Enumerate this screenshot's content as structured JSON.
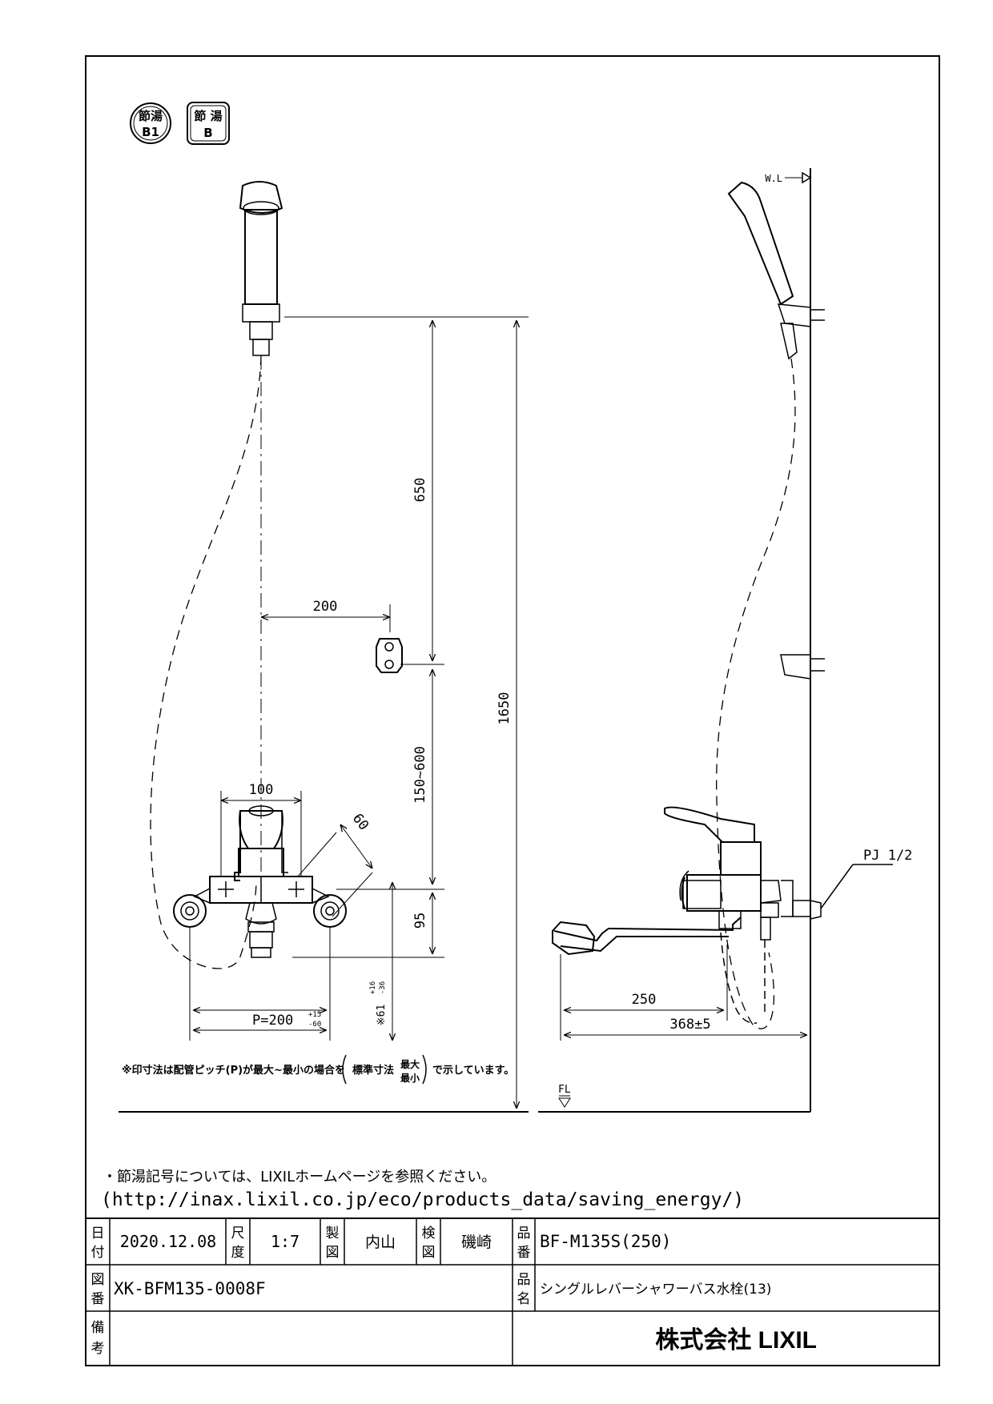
{
  "badges": [
    {
      "line1": "節湯",
      "line2": "B1"
    },
    {
      "line1": "節 湯",
      "line2": "B"
    }
  ],
  "front_view": {
    "dim_650": "650",
    "dim_1650": "1650",
    "dim_200": "200",
    "dim_150_600": "150~600",
    "dim_100": "100",
    "dim_60": "60",
    "dim_95": "95",
    "dim_61": "※61",
    "dim_61_tol_upper": "+16",
    "dim_61_tol_lower": "-36",
    "pitch_main": "P=200",
    "pitch_tol_upper": "+15",
    "pitch_tol_lower": "-60"
  },
  "side_view": {
    "wall_label": "W.L",
    "pipe_label": "PJ 1/2",
    "dim_250": "250",
    "dim_368": "368±5",
    "floor_label": "FL"
  },
  "note": {
    "prefix": "※印寸法は配管ピッチ(P)が最大~最小の場合を",
    "bracket_label": "標準寸法",
    "max_label": "最大",
    "min_label": "最小",
    "suffix": "で示しています。"
  },
  "footnote": {
    "line1": "・節湯記号については、LIXILホームページを参照ください。",
    "line2": "(http://inax.lixil.co.jp/eco/products_data/saving_energy/)"
  },
  "title_block": {
    "date_label": [
      "日",
      "付"
    ],
    "date": "2020.12.08",
    "scale_label": [
      "尺",
      "度"
    ],
    "scale": "1:7",
    "drawn_label": [
      "製",
      "図"
    ],
    "drawn_by": "内山",
    "checked_label": [
      "検",
      "図"
    ],
    "checked_by": "磯崎",
    "product_no_label": [
      "品",
      "番"
    ],
    "product_no": "BF-M135S(250)",
    "drawing_no_label": [
      "図",
      "番"
    ],
    "drawing_no": "XK-BFM135-0008F",
    "product_name_label": [
      "品",
      "名"
    ],
    "product_name": "シングルレバーシャワーバス水栓(13)",
    "remarks_label": [
      "備",
      "考"
    ],
    "company": "株式会社 LIXIL"
  }
}
